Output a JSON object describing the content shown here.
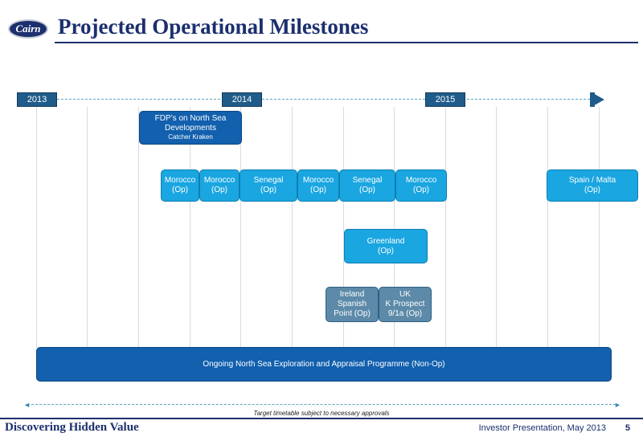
{
  "header": {
    "logo_text": "Cairn",
    "title": "Projected Operational Milestones"
  },
  "timeline": {
    "years": [
      "2013",
      "2014",
      "2015"
    ]
  },
  "milestones": {
    "fdp": {
      "line1": "FDP’s on North Sea",
      "line2": "Developments",
      "line3": "Catcher Kraken"
    },
    "row1": [
      {
        "line1": "Morocco",
        "line2": "(Op)"
      },
      {
        "line1": "Morocco",
        "line2": "(Op)"
      },
      {
        "line1": "Senegal",
        "line2": "(Op)"
      },
      {
        "line1": "Morocco",
        "line2": "(Op)"
      },
      {
        "line1": "Senegal",
        "line2": "(Op)"
      },
      {
        "line1": "Morocco",
        "line2": "(Op)"
      },
      {
        "line1": "Spain / Malta",
        "line2": "(Op)"
      }
    ],
    "greenland": {
      "line1": "Greenland",
      "line2": "(Op)"
    },
    "ireland": {
      "line1": "Ireland",
      "line2": "Spanish",
      "line3": "Point (Op)"
    },
    "uk": {
      "line1": "UK",
      "line2": "K Prospect",
      "line3": "9/1a (Op)"
    },
    "north_sea": "Ongoing North Sea Exploration and Appraisal Programme (Non-Op)"
  },
  "note": "Target timetable subject to necessary approvals",
  "footer": {
    "tagline": "Discovering Hidden Value",
    "presentation": "Investor Presentation, May 2013",
    "page": "5"
  },
  "colors": {
    "brand": "#1c2f6e",
    "year_marker": "#1f5c8a",
    "light_box": "#1aa6e0",
    "dark_box": "#1260ae",
    "grey_box": "#5c8aa8"
  }
}
